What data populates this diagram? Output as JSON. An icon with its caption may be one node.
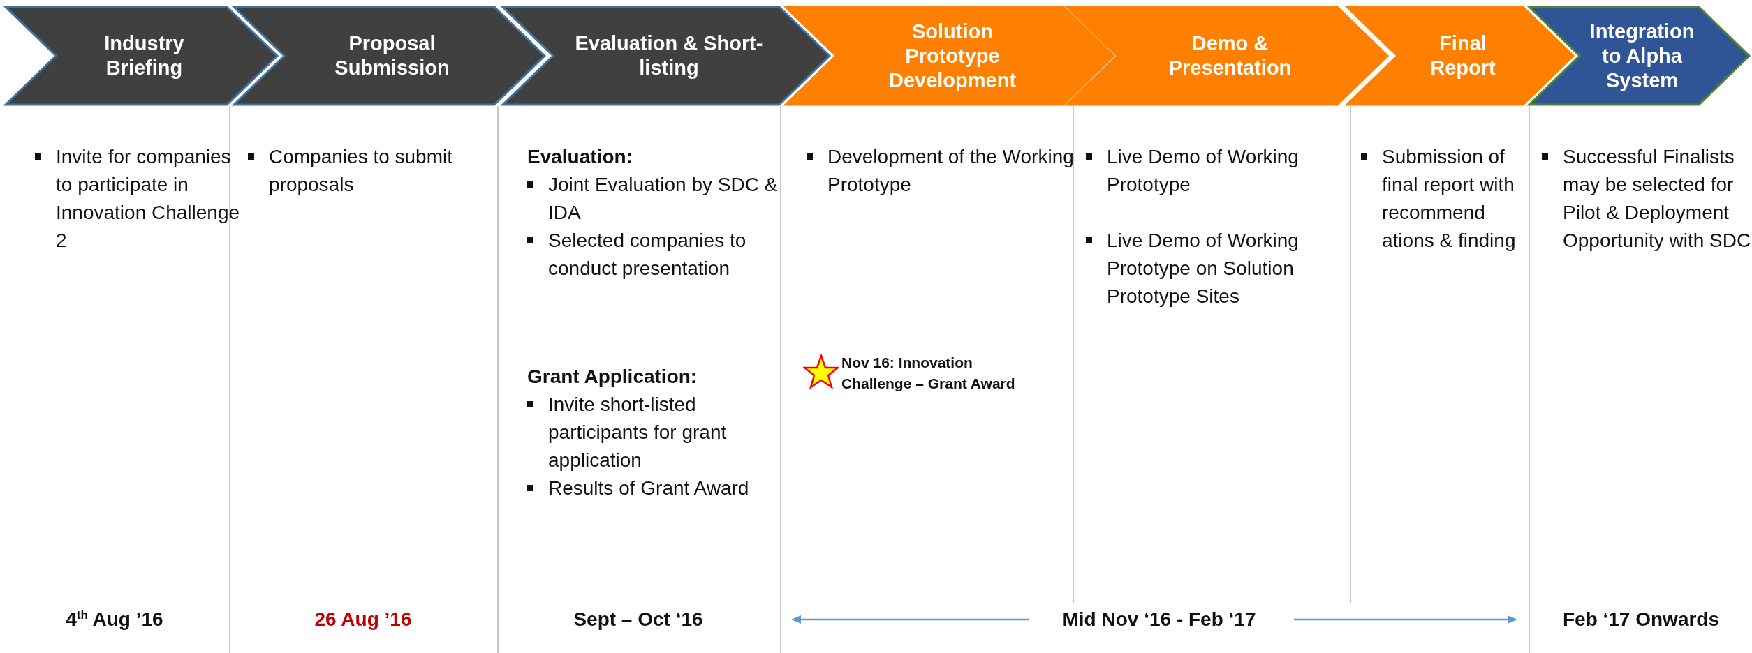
{
  "diagram": {
    "nodes": [
      {
        "text": [
          "Industry Briefing"
        ]
      },
      {
        "text": [
          "Proposal Submission"
        ]
      },
      {
        "text": [
          "Evaluation & Short-listing"
        ]
      },
      {
        "text": [
          "Solution Prototype Development"
        ]
      },
      {
        "text": [
          "Demo & Presentation"
        ]
      },
      {
        "text": [
          "Final Report"
        ]
      },
      {
        "text": [
          "Integration to Alpha System"
        ]
      }
    ],
    "labels": [
      "Invite for companies to participate in Innovation Challenge 2",
      "Companies to submit proposals",
      "Evaluation:",
      "Joint Evaluation by SDC & IDA",
      "Selected companies to conduct presentation",
      "Grant Application:",
      "Invite short-listed participants for grant application",
      "Results of Grant Award",
      "Development of the Working Prototype",
      "Nov 16: Innovation Challenge – Grant Award",
      "Live Demo of Working Prototype",
      "Live Demo of Working Prototype on Solution Prototype Sites",
      "Submission of final report with recommend ations & finding",
      "Successful Finalists may be selected for Pilot & Deployment Opportunity with SDC.",
      "4$^{th}$ Aug ’16",
      "26 Aug ’16",
      "Sept – Oct ‘16",
      "Mid Nov ‘16 - Feb ‘17",
      "Feb ‘17 Onwards"
    ]
  }
}
